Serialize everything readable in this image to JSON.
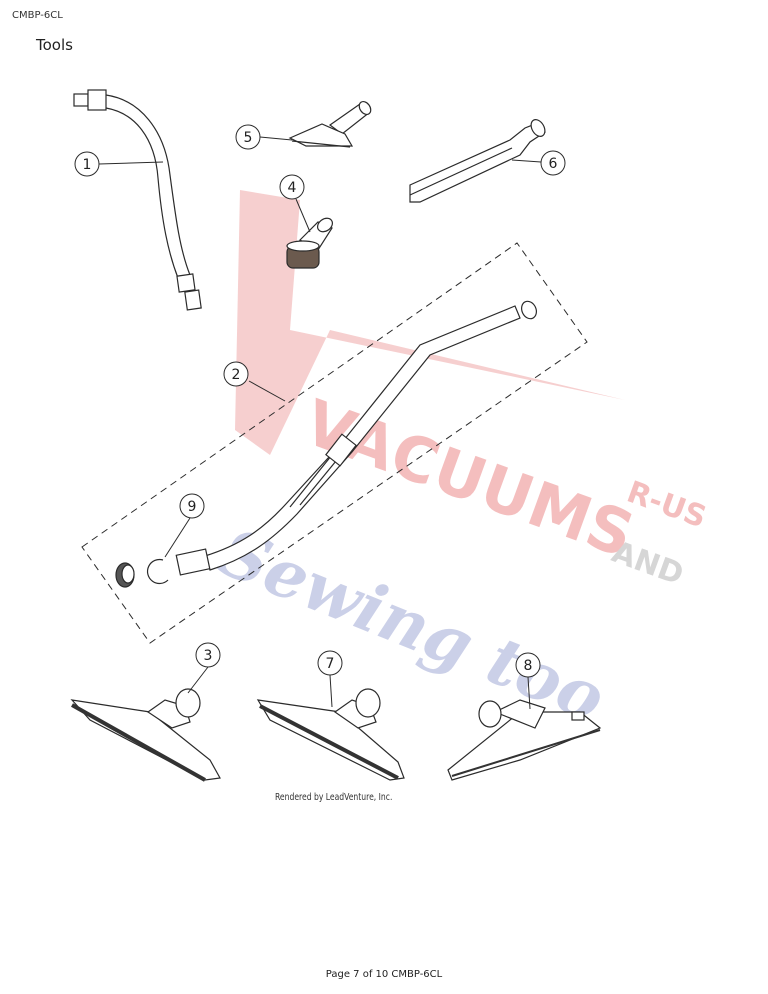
{
  "header": {
    "doc_code": "CMBP-6CL",
    "section_title": "Tools"
  },
  "callouts": [
    "1",
    "2",
    "3",
    "4",
    "5",
    "6",
    "7",
    "8",
    "9"
  ],
  "credit": "Rendered by LeadVenture, Inc.",
  "footer": {
    "page_label": "Page 7 of 10 CMBP-6CL"
  },
  "watermark": {
    "line1": "VACUUMS",
    "suffix": "R-US",
    "joiner": "AND",
    "line2": "Sewing too"
  },
  "colors": {
    "line": "#2b2b2b",
    "watermark_red": "#f3b8b8",
    "watermark_blue": "#c6cbe6",
    "watermark_gray": "#d2d2d2"
  }
}
